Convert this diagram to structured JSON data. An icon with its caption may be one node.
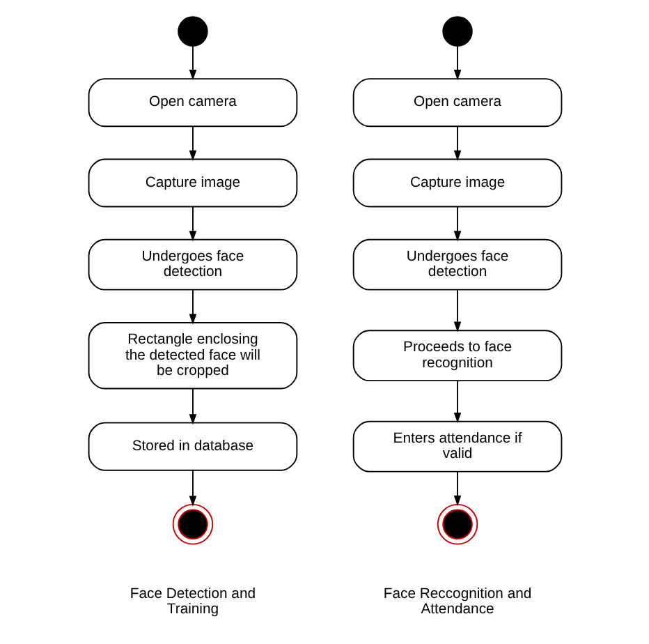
{
  "diagram": {
    "nodes": [
      {
        "text": [],
        "shape": "circle"
      },
      {
        "text": [
          "Open camera"
        ]
      },
      {
        "text": [
          "Capture image"
        ]
      },
      {
        "text": [
          "Undergoes face detection"
        ]
      },
      {
        "text": [
          "Rectangle enclosing the detected face will be cropped"
        ]
      },
      {
        "text": [
          "Stored in database"
        ]
      },
      {
        "text": [],
        "shape": "bullseye",
        "beside": [
          "Face Detection and Training"
        ]
      },
      {
        "text": [],
        "shape": "circle"
      },
      {
        "text": [
          "Open camera"
        ]
      },
      {
        "text": [
          "Capture image"
        ]
      },
      {
        "text": [
          "Undergoes face detection"
        ]
      },
      {
        "text": [
          "Proceeds to face recognition"
        ]
      },
      {
        "text": [
          "Enters attendance if valid"
        ]
      },
      {
        "text": [],
        "shape": "bullseye",
        "beside": [
          "Face Reccognition and Attendance"
        ]
      }
    ],
    "edges": [
      {
        "from": 0,
        "to": 1,
        "arrow": "to"
      },
      {
        "from": 1,
        "to": 2,
        "arrow": "to"
      },
      {
        "from": 2,
        "to": 3,
        "arrow": "to"
      },
      {
        "from": 3,
        "to": 4,
        "arrow": "to"
      },
      {
        "from": 4,
        "to": 5,
        "arrow": "to"
      },
      {
        "from": 5,
        "to": 6,
        "arrow": "to"
      },
      {
        "from": 7,
        "to": 8,
        "arrow": "to"
      },
      {
        "from": 8,
        "to": 9,
        "arrow": "to"
      },
      {
        "from": 9,
        "to": 10,
        "arrow": "to"
      },
      {
        "from": 10,
        "to": 11,
        "arrow": "to"
      },
      {
        "from": 11,
        "to": 12,
        "arrow": "to"
      },
      {
        "from": 12,
        "to": 13,
        "arrow": "to"
      }
    ]
  }
}
